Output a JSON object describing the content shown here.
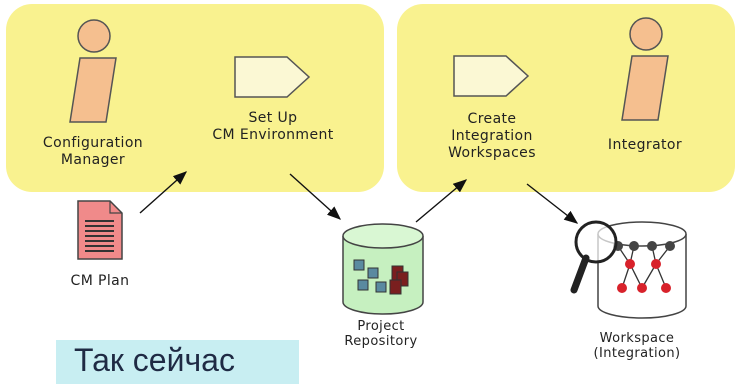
{
  "diagram": {
    "roles": [
      {
        "id": "config_manager",
        "label": "Configuration\nManager",
        "icon": "person-icon"
      },
      {
        "id": "integrator",
        "label": "Integrator",
        "icon": "person-icon"
      }
    ],
    "activities": [
      {
        "id": "setup_cm",
        "label": "Set Up\nCM Environment",
        "icon": "activity-pentagon-icon"
      },
      {
        "id": "create_ws",
        "label": "Create\nIntegration\nWorkspaces",
        "icon": "activity-pentagon-icon"
      }
    ],
    "artifacts": [
      {
        "id": "cm_plan",
        "label": "CM Plan",
        "icon": "document-icon"
      },
      {
        "id": "project_repo",
        "label": "Project\nRepository",
        "icon": "repository-drum-icon"
      },
      {
        "id": "workspace",
        "label": "Workspace\n(Integration)",
        "icon": "workspace-magnifier-icon"
      }
    ],
    "flows": [
      {
        "from": "cm_plan",
        "to": "setup_cm"
      },
      {
        "from": "setup_cm",
        "to": "project_repo"
      },
      {
        "from": "project_repo",
        "to": "create_ws"
      },
      {
        "from": "create_ws",
        "to": "workspace"
      }
    ]
  },
  "callout": {
    "text": "Так сейчас"
  },
  "colors": {
    "panel": "#f9f28f",
    "person": "#f5bf8f",
    "activity": "#fbf8d4",
    "document": "#f08a8a",
    "repository": "#c6f0c0",
    "callout": "#c8eef2"
  }
}
